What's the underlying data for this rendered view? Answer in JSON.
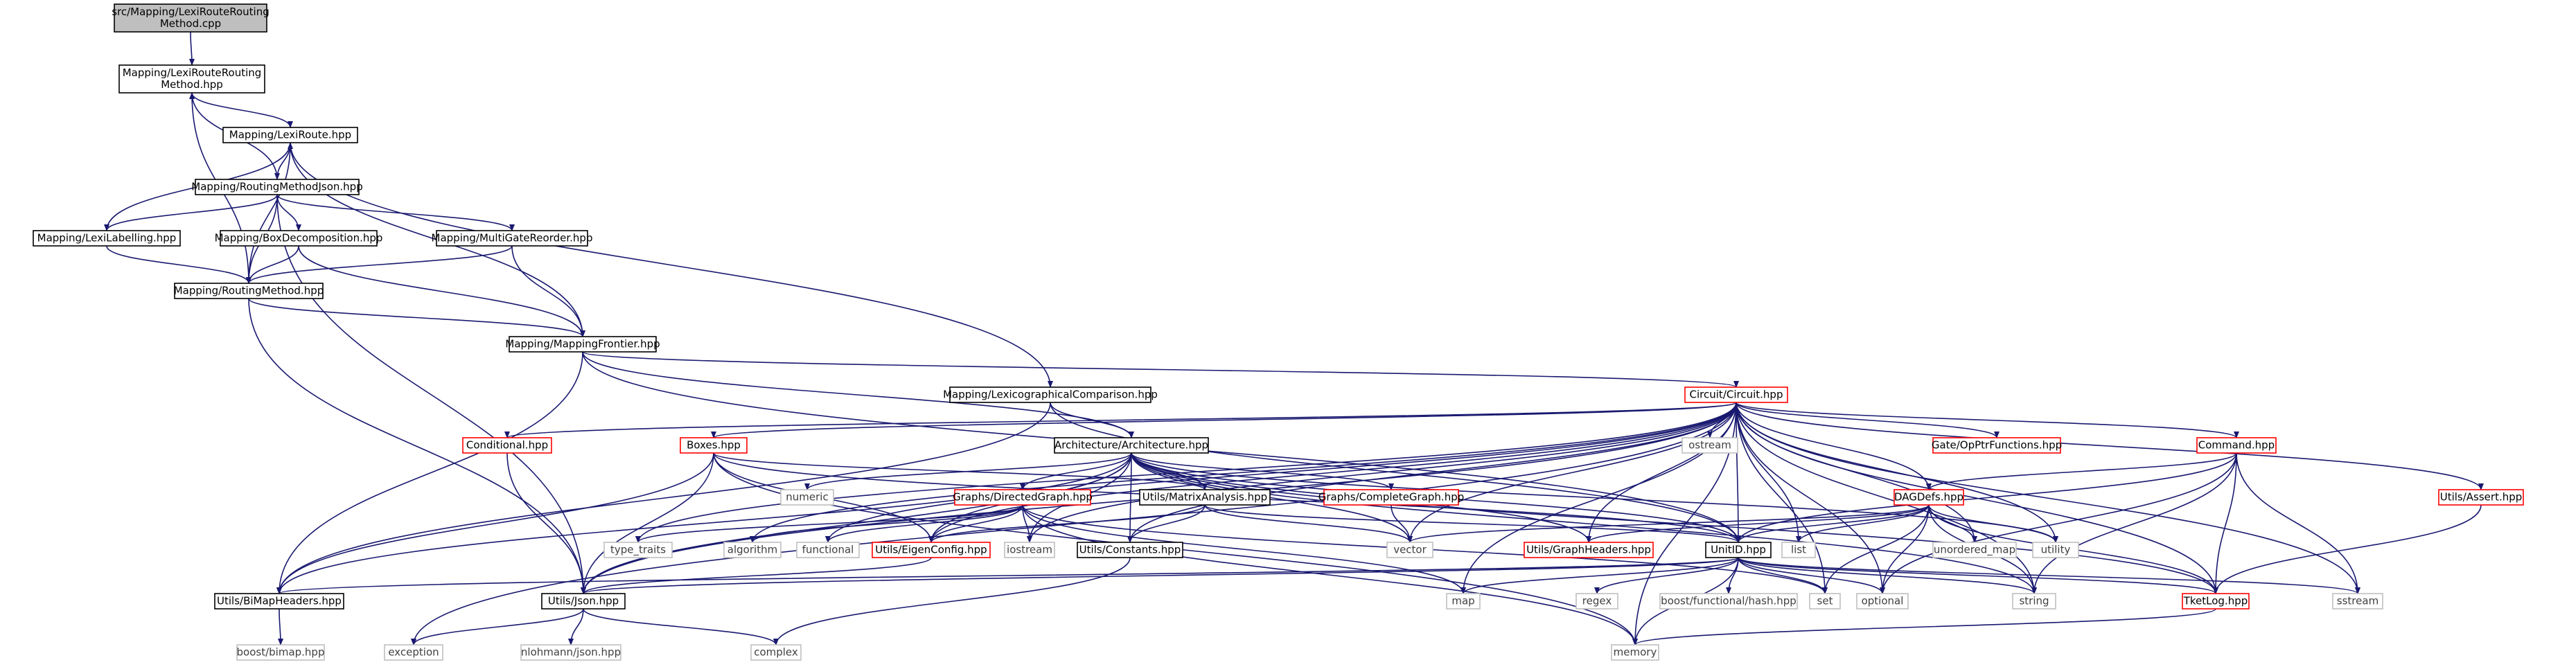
{
  "colors": {
    "edge": "#191970",
    "border_default": "#000000",
    "border_truncated": "#ff0000",
    "border_external": "#bfbfbf",
    "fill_root": "#bfbfbf",
    "fill_default": "#ffffff",
    "text_default": "#000000",
    "text_external": "#404040"
  },
  "nodes": [
    {
      "id": "root",
      "lines": [
        "src/Mapping/LexiRouteRouting",
        "Method.cpp"
      ],
      "kind": "root"
    },
    {
      "id": "lrrm_hpp",
      "lines": [
        "Mapping/LexiRouteRouting",
        "Method.hpp"
      ],
      "kind": "default"
    },
    {
      "id": "lexiroute",
      "lines": [
        "Mapping/LexiRoute.hpp"
      ],
      "kind": "default"
    },
    {
      "id": "rmjson",
      "lines": [
        "Mapping/RoutingMethodJson.hpp"
      ],
      "kind": "default"
    },
    {
      "id": "lexilabel",
      "lines": [
        "Mapping/LexiLabelling.hpp"
      ],
      "kind": "default"
    },
    {
      "id": "boxdecomp",
      "lines": [
        "Mapping/BoxDecomposition.hpp"
      ],
      "kind": "default"
    },
    {
      "id": "multigate",
      "lines": [
        "Mapping/MultiGateReorder.hpp"
      ],
      "kind": "default"
    },
    {
      "id": "routingmethod",
      "lines": [
        "Mapping/RoutingMethod.hpp"
      ],
      "kind": "default"
    },
    {
      "id": "frontier",
      "lines": [
        "Mapping/MappingFrontier.hpp"
      ],
      "kind": "default"
    },
    {
      "id": "lexicomp",
      "lines": [
        "Mapping/LexicographicalComparison.hpp"
      ],
      "kind": "default"
    },
    {
      "id": "circuit",
      "lines": [
        "Circuit/Circuit.hpp"
      ],
      "kind": "truncated"
    },
    {
      "id": "conditional",
      "lines": [
        "Conditional.hpp"
      ],
      "kind": "truncated"
    },
    {
      "id": "boxes",
      "lines": [
        "Boxes.hpp"
      ],
      "kind": "truncated"
    },
    {
      "id": "arch",
      "lines": [
        "Architecture/Architecture.hpp"
      ],
      "kind": "default"
    },
    {
      "id": "ostream",
      "lines": [
        "ostream"
      ],
      "kind": "external"
    },
    {
      "id": "gateop",
      "lines": [
        "Gate/OpPtrFunctions.hpp"
      ],
      "kind": "truncated"
    },
    {
      "id": "command",
      "lines": [
        "Command.hpp"
      ],
      "kind": "truncated"
    },
    {
      "id": "assert",
      "lines": [
        "Utils/Assert.hpp"
      ],
      "kind": "truncated"
    },
    {
      "id": "numeric",
      "lines": [
        "numeric"
      ],
      "kind": "external"
    },
    {
      "id": "directedgraph",
      "lines": [
        "Graphs/DirectedGraph.hpp"
      ],
      "kind": "truncated"
    },
    {
      "id": "matrixanalysis",
      "lines": [
        "Utils/MatrixAnalysis.hpp"
      ],
      "kind": "default"
    },
    {
      "id": "completegraph",
      "lines": [
        "Graphs/CompleteGraph.hpp"
      ],
      "kind": "truncated"
    },
    {
      "id": "dagdefs",
      "lines": [
        "DAGDefs.hpp"
      ],
      "kind": "truncated"
    },
    {
      "id": "typetraits",
      "lines": [
        "type_traits"
      ],
      "kind": "external"
    },
    {
      "id": "algorithm",
      "lines": [
        "algorithm"
      ],
      "kind": "external"
    },
    {
      "id": "functional",
      "lines": [
        "functional"
      ],
      "kind": "external"
    },
    {
      "id": "eigenconfig",
      "lines": [
        "Utils/EigenConfig.hpp"
      ],
      "kind": "truncated"
    },
    {
      "id": "iostream",
      "lines": [
        "iostream"
      ],
      "kind": "external"
    },
    {
      "id": "constants",
      "lines": [
        "Utils/Constants.hpp"
      ],
      "kind": "default"
    },
    {
      "id": "vector",
      "lines": [
        "vector"
      ],
      "kind": "external"
    },
    {
      "id": "graphheaders",
      "lines": [
        "Utils/GraphHeaders.hpp"
      ],
      "kind": "truncated"
    },
    {
      "id": "unitid",
      "lines": [
        "UnitID.hpp"
      ],
      "kind": "default"
    },
    {
      "id": "list",
      "lines": [
        "list"
      ],
      "kind": "external"
    },
    {
      "id": "unorderedmap",
      "lines": [
        "unordered_map"
      ],
      "kind": "external"
    },
    {
      "id": "utility",
      "lines": [
        "utility"
      ],
      "kind": "external"
    },
    {
      "id": "bimap",
      "lines": [
        "Utils/BiMapHeaders.hpp"
      ],
      "kind": "default"
    },
    {
      "id": "json",
      "lines": [
        "Utils/Json.hpp"
      ],
      "kind": "default"
    },
    {
      "id": "map",
      "lines": [
        "map"
      ],
      "kind": "external"
    },
    {
      "id": "regex",
      "lines": [
        "regex"
      ],
      "kind": "external"
    },
    {
      "id": "boosthash",
      "lines": [
        "boost/functional/hash.hpp"
      ],
      "kind": "external"
    },
    {
      "id": "set",
      "lines": [
        "set"
      ],
      "kind": "external"
    },
    {
      "id": "optional",
      "lines": [
        "optional"
      ],
      "kind": "external"
    },
    {
      "id": "string",
      "lines": [
        "string"
      ],
      "kind": "external"
    },
    {
      "id": "tketlog",
      "lines": [
        "TketLog.hpp"
      ],
      "kind": "truncated"
    },
    {
      "id": "sstream",
      "lines": [
        "sstream"
      ],
      "kind": "external"
    },
    {
      "id": "boostbimap",
      "lines": [
        "boost/bimap.hpp"
      ],
      "kind": "external"
    },
    {
      "id": "exception",
      "lines": [
        "exception"
      ],
      "kind": "external"
    },
    {
      "id": "nlohmann",
      "lines": [
        "nlohmann/json.hpp"
      ],
      "kind": "external"
    },
    {
      "id": "complex",
      "lines": [
        "complex"
      ],
      "kind": "external"
    },
    {
      "id": "memory",
      "lines": [
        "memory"
      ],
      "kind": "external"
    }
  ],
  "edges": [
    [
      "root",
      "lrrm_hpp"
    ],
    [
      "lrrm_hpp",
      "lexiroute"
    ],
    [
      "lrrm_hpp",
      "routingmethod"
    ],
    [
      "lexiroute",
      "rmjson"
    ],
    [
      "lexiroute",
      "routingmethod"
    ],
    [
      "lexiroute",
      "frontier"
    ],
    [
      "lexiroute",
      "lexicomp"
    ],
    [
      "rmjson",
      "lrrm_hpp"
    ],
    [
      "rmjson",
      "lexilabel"
    ],
    [
      "rmjson",
      "boxdecomp"
    ],
    [
      "rmjson",
      "multigate"
    ],
    [
      "rmjson",
      "routingmethod"
    ],
    [
      "rmjson",
      "json"
    ],
    [
      "lexilabel",
      "lexiroute"
    ],
    [
      "lexilabel",
      "routingmethod"
    ],
    [
      "boxdecomp",
      "routingmethod"
    ],
    [
      "boxdecomp",
      "frontier"
    ],
    [
      "multigate",
      "routingmethod"
    ],
    [
      "multigate",
      "frontier"
    ],
    [
      "routingmethod",
      "frontier"
    ],
    [
      "routingmethod",
      "json"
    ],
    [
      "frontier",
      "circuit"
    ],
    [
      "frontier",
      "arch"
    ],
    [
      "frontier",
      "bimap"
    ],
    [
      "frontier",
      "unitid"
    ],
    [
      "lexicomp",
      "arch"
    ],
    [
      "lexicomp",
      "bimap"
    ],
    [
      "lexicomp",
      "unitid"
    ],
    [
      "circuit",
      "conditional"
    ],
    [
      "circuit",
      "boxes"
    ],
    [
      "circuit",
      "ostream"
    ],
    [
      "circuit",
      "gateop"
    ],
    [
      "circuit",
      "command"
    ],
    [
      "circuit",
      "assert"
    ],
    [
      "circuit",
      "dagdefs"
    ],
    [
      "circuit",
      "typetraits"
    ],
    [
      "circuit",
      "algorithm"
    ],
    [
      "circuit",
      "functional"
    ],
    [
      "circuit",
      "iostream"
    ],
    [
      "circuit",
      "vector"
    ],
    [
      "circuit",
      "graphheaders"
    ],
    [
      "circuit",
      "unitid"
    ],
    [
      "circuit",
      "list"
    ],
    [
      "circuit",
      "unorderedmap"
    ],
    [
      "circuit",
      "utility"
    ],
    [
      "circuit",
      "json"
    ],
    [
      "circuit",
      "map"
    ],
    [
      "circuit",
      "set"
    ],
    [
      "circuit",
      "optional"
    ],
    [
      "circuit",
      "string"
    ],
    [
      "circuit",
      "tketlog"
    ],
    [
      "circuit",
      "sstream"
    ],
    [
      "circuit",
      "exception"
    ],
    [
      "circuit",
      "memory"
    ],
    [
      "circuit",
      "constants"
    ],
    [
      "circuit",
      "eigenconfig"
    ],
    [
      "conditional",
      "json"
    ],
    [
      "boxes",
      "json"
    ],
    [
      "boxes",
      "bimap"
    ],
    [
      "boxes",
      "matrixanalysis"
    ],
    [
      "boxes",
      "eigenconfig"
    ],
    [
      "boxes",
      "unitid"
    ],
    [
      "boxes",
      "memory"
    ],
    [
      "arch",
      "numeric"
    ],
    [
      "arch",
      "directedgraph"
    ],
    [
      "arch",
      "matrixanalysis"
    ],
    [
      "arch",
      "completegraph"
    ],
    [
      "arch",
      "bimap"
    ],
    [
      "arch",
      "eigenconfig"
    ],
    [
      "arch",
      "unitid"
    ],
    [
      "arch",
      "json"
    ],
    [
      "arch",
      "vector"
    ],
    [
      "arch",
      "graphheaders"
    ],
    [
      "arch",
      "tketlog"
    ],
    [
      "arch",
      "iostream"
    ],
    [
      "arch",
      "constants"
    ],
    [
      "arch",
      "utility"
    ],
    [
      "arch",
      "string"
    ],
    [
      "command",
      "dagdefs"
    ],
    [
      "command",
      "unitid"
    ],
    [
      "command",
      "optional"
    ],
    [
      "command",
      "string"
    ],
    [
      "command",
      "tketlog"
    ],
    [
      "command",
      "sstream"
    ],
    [
      "assert",
      "tketlog"
    ],
    [
      "directedgraph",
      "typetraits"
    ],
    [
      "directedgraph",
      "algorithm"
    ],
    [
      "directedgraph",
      "functional"
    ],
    [
      "directedgraph",
      "eigenconfig"
    ],
    [
      "directedgraph",
      "iostream"
    ],
    [
      "directedgraph",
      "map"
    ],
    [
      "directedgraph",
      "set"
    ],
    [
      "directedgraph",
      "memory"
    ],
    [
      "matrixanalysis",
      "eigenconfig"
    ],
    [
      "matrixanalysis",
      "constants"
    ],
    [
      "matrixanalysis",
      "vector"
    ],
    [
      "matrixanalysis",
      "unitid"
    ],
    [
      "completegraph",
      "vector"
    ],
    [
      "dagdefs",
      "vector"
    ],
    [
      "dagdefs",
      "graphheaders"
    ],
    [
      "dagdefs",
      "unitid"
    ],
    [
      "dagdefs",
      "list"
    ],
    [
      "dagdefs",
      "unorderedmap"
    ],
    [
      "dagdefs",
      "utility"
    ],
    [
      "dagdefs",
      "set"
    ],
    [
      "dagdefs",
      "optional"
    ],
    [
      "dagdefs",
      "string"
    ],
    [
      "dagdefs",
      "tketlog"
    ],
    [
      "eigenconfig",
      "json"
    ],
    [
      "constants",
      "complex"
    ],
    [
      "unitid",
      "json"
    ],
    [
      "unitid",
      "bimap"
    ],
    [
      "unitid",
      "map"
    ],
    [
      "unitid",
      "regex"
    ],
    [
      "unitid",
      "boosthash"
    ],
    [
      "unitid",
      "set"
    ],
    [
      "unitid",
      "optional"
    ],
    [
      "unitid",
      "string"
    ],
    [
      "unitid",
      "tketlog"
    ],
    [
      "unitid",
      "sstream"
    ],
    [
      "unitid",
      "memory"
    ],
    [
      "bimap",
      "boostbimap"
    ],
    [
      "json",
      "exception"
    ],
    [
      "json",
      "nlohmann"
    ],
    [
      "json",
      "complex"
    ],
    [
      "tketlog",
      "memory"
    ]
  ]
}
